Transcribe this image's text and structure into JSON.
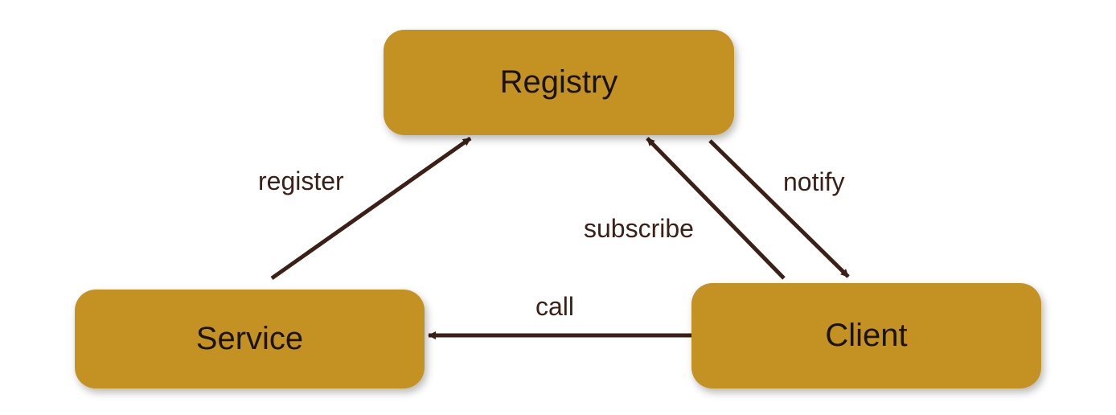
{
  "nodes": {
    "registry": "Registry",
    "service": "Service",
    "client": "Client"
  },
  "edges": {
    "register": "register",
    "subscribe": "subscribe",
    "notify": "notify",
    "call": "call"
  },
  "colors": {
    "node_fill": "#c49222",
    "arrow": "#3b2018",
    "text": "#1a1408"
  }
}
